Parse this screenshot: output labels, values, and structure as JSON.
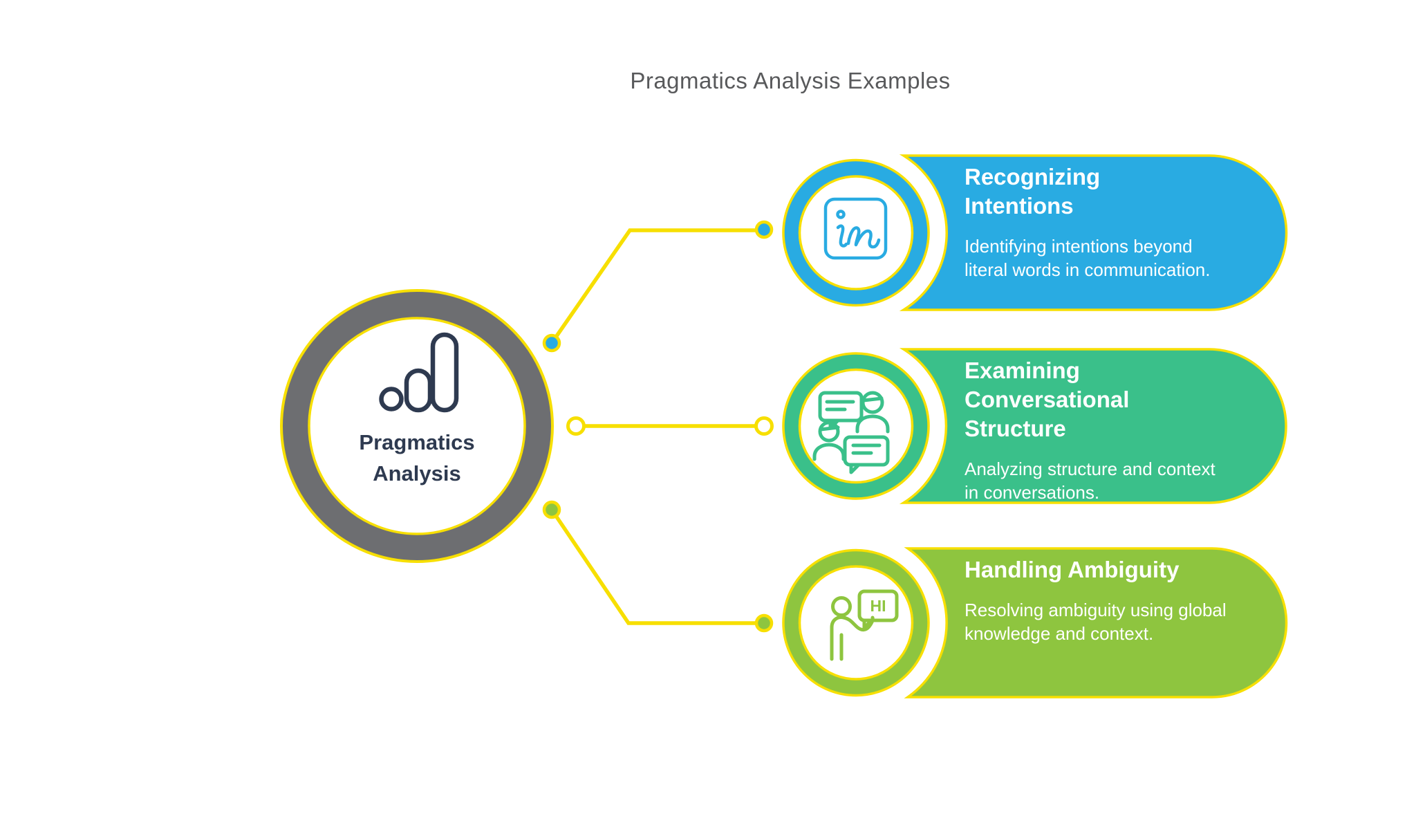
{
  "title": "Pragmatics Analysis Examples",
  "center": {
    "label": "Pragmatics Analysis",
    "icon": "analytics-bars-icon"
  },
  "items": [
    {
      "heading": "Recognizing Intentions",
      "body": "Identifying intentions beyond literal words in communication.",
      "color": "#29ABE2",
      "icon": "invision-in-icon"
    },
    {
      "heading": "Examining Conversational Structure",
      "body": "Analyzing structure and context in conversations.",
      "color": "#3AC08A",
      "icon": "conversation-icon"
    },
    {
      "heading": "Handling Ambiguity",
      "body": "Resolving ambiguity using global knowledge and context.",
      "color": "#8EC53F",
      "icon": "person-greeting-icon",
      "bubble_text": "HI"
    }
  ],
  "colors": {
    "yellow": "#F7DF00",
    "gray_ring": "#6D6E71",
    "navy": "#2E3A50",
    "title_gray": "#58595B"
  }
}
